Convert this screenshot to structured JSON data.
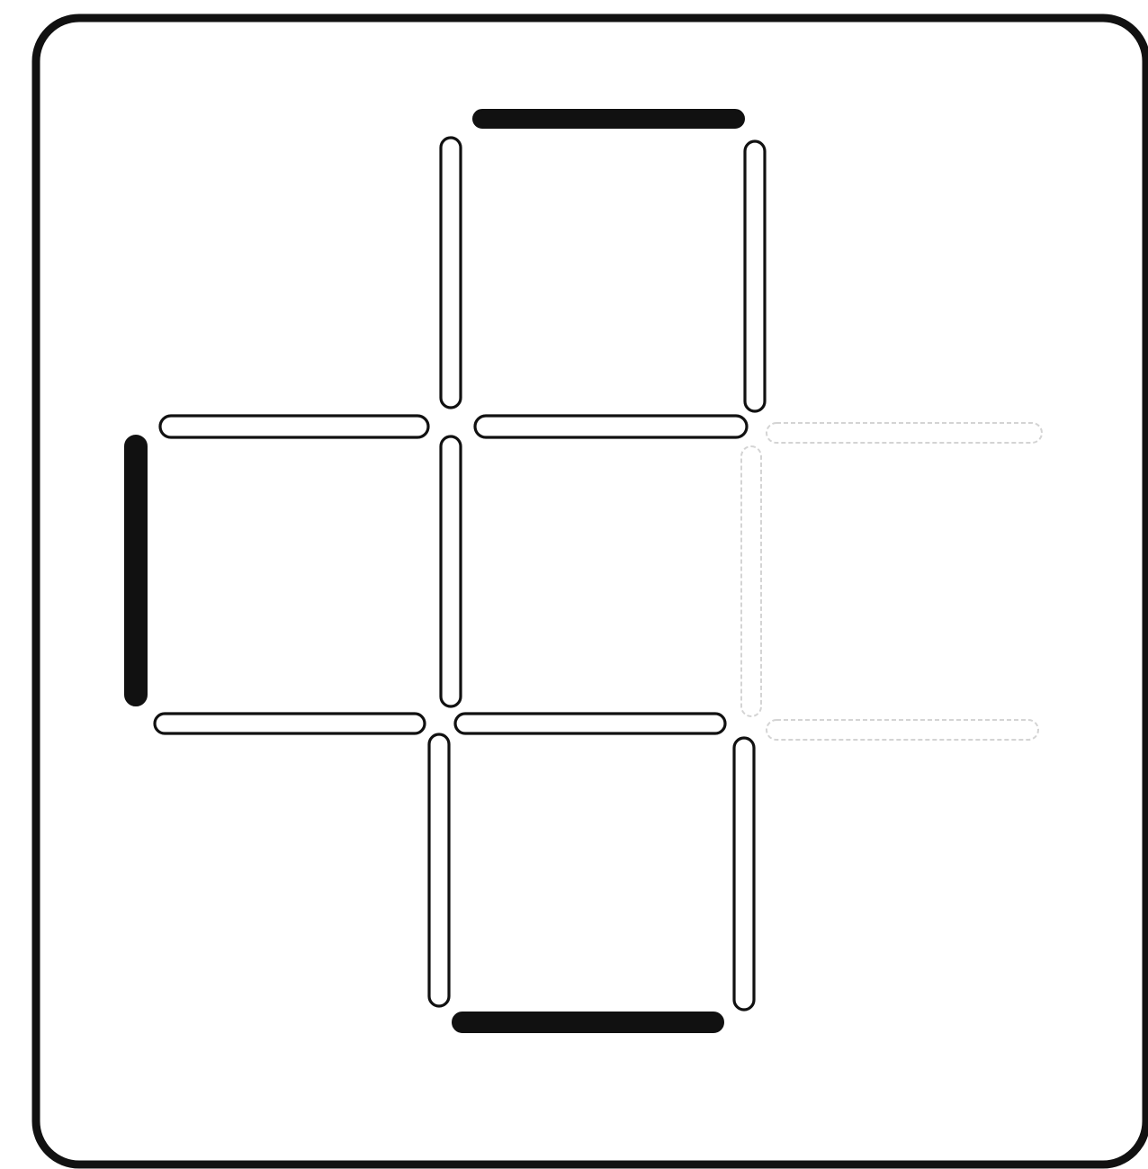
{
  "puzzle": {
    "colors": {
      "stick_outline": "#111111",
      "moved_stick": "#111111",
      "ghost_stick": "#d4d4d4",
      "background": "#ffffff"
    },
    "sticks": [
      {
        "id": "top-cell-top",
        "style": "moved"
      },
      {
        "id": "top-cell-left",
        "style": "outline"
      },
      {
        "id": "top-cell-right",
        "style": "outline"
      },
      {
        "id": "middle-row-top-left",
        "style": "outline"
      },
      {
        "id": "middle-row-top-center",
        "style": "outline"
      },
      {
        "id": "middle-row-top-right",
        "style": "ghost"
      },
      {
        "id": "left-cell-left",
        "style": "moved"
      },
      {
        "id": "center-divider",
        "style": "outline"
      },
      {
        "id": "right-cell-left",
        "style": "ghost"
      },
      {
        "id": "middle-row-bottom-left",
        "style": "outline"
      },
      {
        "id": "middle-row-bottom-center",
        "style": "outline"
      },
      {
        "id": "middle-row-bottom-right",
        "style": "ghost"
      },
      {
        "id": "bottom-cell-left",
        "style": "outline"
      },
      {
        "id": "bottom-cell-right",
        "style": "outline"
      },
      {
        "id": "bottom-cell-bottom",
        "style": "moved"
      }
    ]
  }
}
